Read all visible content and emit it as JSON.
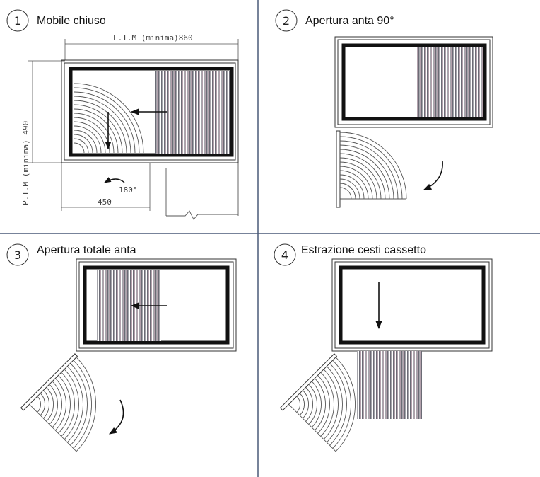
{
  "panels": [
    {
      "number": "1",
      "title": "Mobile chiuso"
    },
    {
      "number": "2",
      "title": "Apertura anta 90°"
    },
    {
      "number": "3",
      "title": "Apertura totale anta"
    },
    {
      "number": "4",
      "title": "Estrazione cesti cassetto"
    }
  ],
  "dimensions": {
    "width_label": "L.I.M (minima)860",
    "depth_label": "P.I.M (minima) 490",
    "door_width_label": "450",
    "rotation_label": "180°"
  },
  "colors": {
    "line": "#1a1a1a",
    "stripe_a": "#6b6b75",
    "stripe_b": "#9a8a95",
    "dim_line": "#555555"
  }
}
